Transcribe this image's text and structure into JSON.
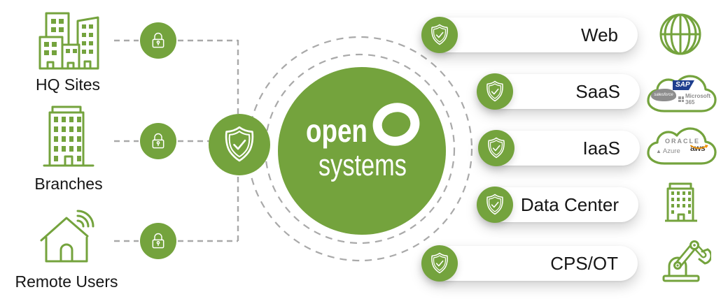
{
  "colors": {
    "brand_green": "#74a33d",
    "line_gray": "#a9a9a9",
    "text_dark": "#161616",
    "sap_blue": "#1e3e8e",
    "aws_orange": "#f19100",
    "logo_gray": "#8d8d8d"
  },
  "sources": [
    {
      "label": "HQ Sites"
    },
    {
      "label": "Branches"
    },
    {
      "label": "Remote Users"
    }
  ],
  "center": {
    "word_top": "open",
    "word_bottom": "systems"
  },
  "destinations": [
    {
      "label": "Web"
    },
    {
      "label": "SaaS",
      "providers": {
        "sap": "SAP",
        "salesforce": "salesforce",
        "microsoft": "Microsoft 365"
      }
    },
    {
      "label": "IaaS",
      "providers": {
        "oracle": "ORACLE",
        "azure": "Azure",
        "aws": "aws"
      }
    },
    {
      "label": "Data Center"
    },
    {
      "label": "CPS/OT"
    }
  ]
}
